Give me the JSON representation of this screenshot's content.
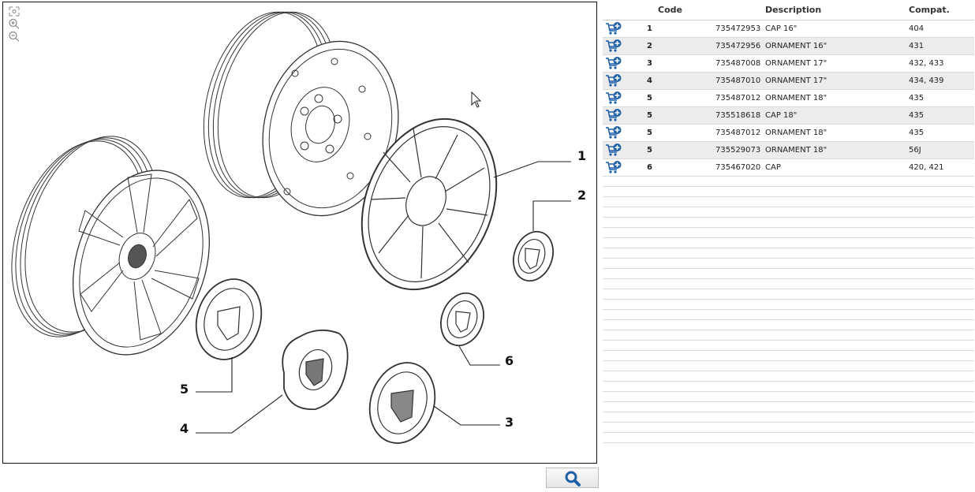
{
  "table": {
    "headers": {
      "code": "Code",
      "description": "Description",
      "compat": "Compat."
    },
    "rows": [
      {
        "ref": "1",
        "code": "735472953",
        "description": "CAP 16\"",
        "compat": "404"
      },
      {
        "ref": "2",
        "code": "735472956",
        "description": "ORNAMENT 16\"",
        "compat": "431"
      },
      {
        "ref": "3",
        "code": "735487008",
        "description": "ORNAMENT 17\"",
        "compat": "432, 433"
      },
      {
        "ref": "4",
        "code": "735487010",
        "description": "ORNAMENT 17\"",
        "compat": "434, 439"
      },
      {
        "ref": "5",
        "code": "735487012",
        "description": "ORNAMENT 18\"",
        "compat": "435"
      },
      {
        "ref": "5",
        "code": "735518618",
        "description": "CAP 18\"",
        "compat": "435"
      },
      {
        "ref": "5",
        "code": "735487012",
        "description": "ORNAMENT 18\"",
        "compat": "435"
      },
      {
        "ref": "5",
        "code": "735529073",
        "description": "ORNAMENT 18\"",
        "compat": "56J"
      },
      {
        "ref": "6",
        "code": "735467020",
        "description": "CAP",
        "compat": "420, 421"
      }
    ]
  },
  "diagram": {
    "callouts": [
      "1",
      "2",
      "3",
      "4",
      "5",
      "6"
    ]
  },
  "icons": {
    "zoom_tools": [
      "fit-to-window-icon",
      "zoom-in-icon",
      "zoom-out-icon"
    ],
    "cart": "add-to-cart-icon",
    "search": "search-icon"
  },
  "colors": {
    "line": "#222222",
    "cart_blue": "#1f5fa8",
    "alt_row": "#ececec"
  }
}
